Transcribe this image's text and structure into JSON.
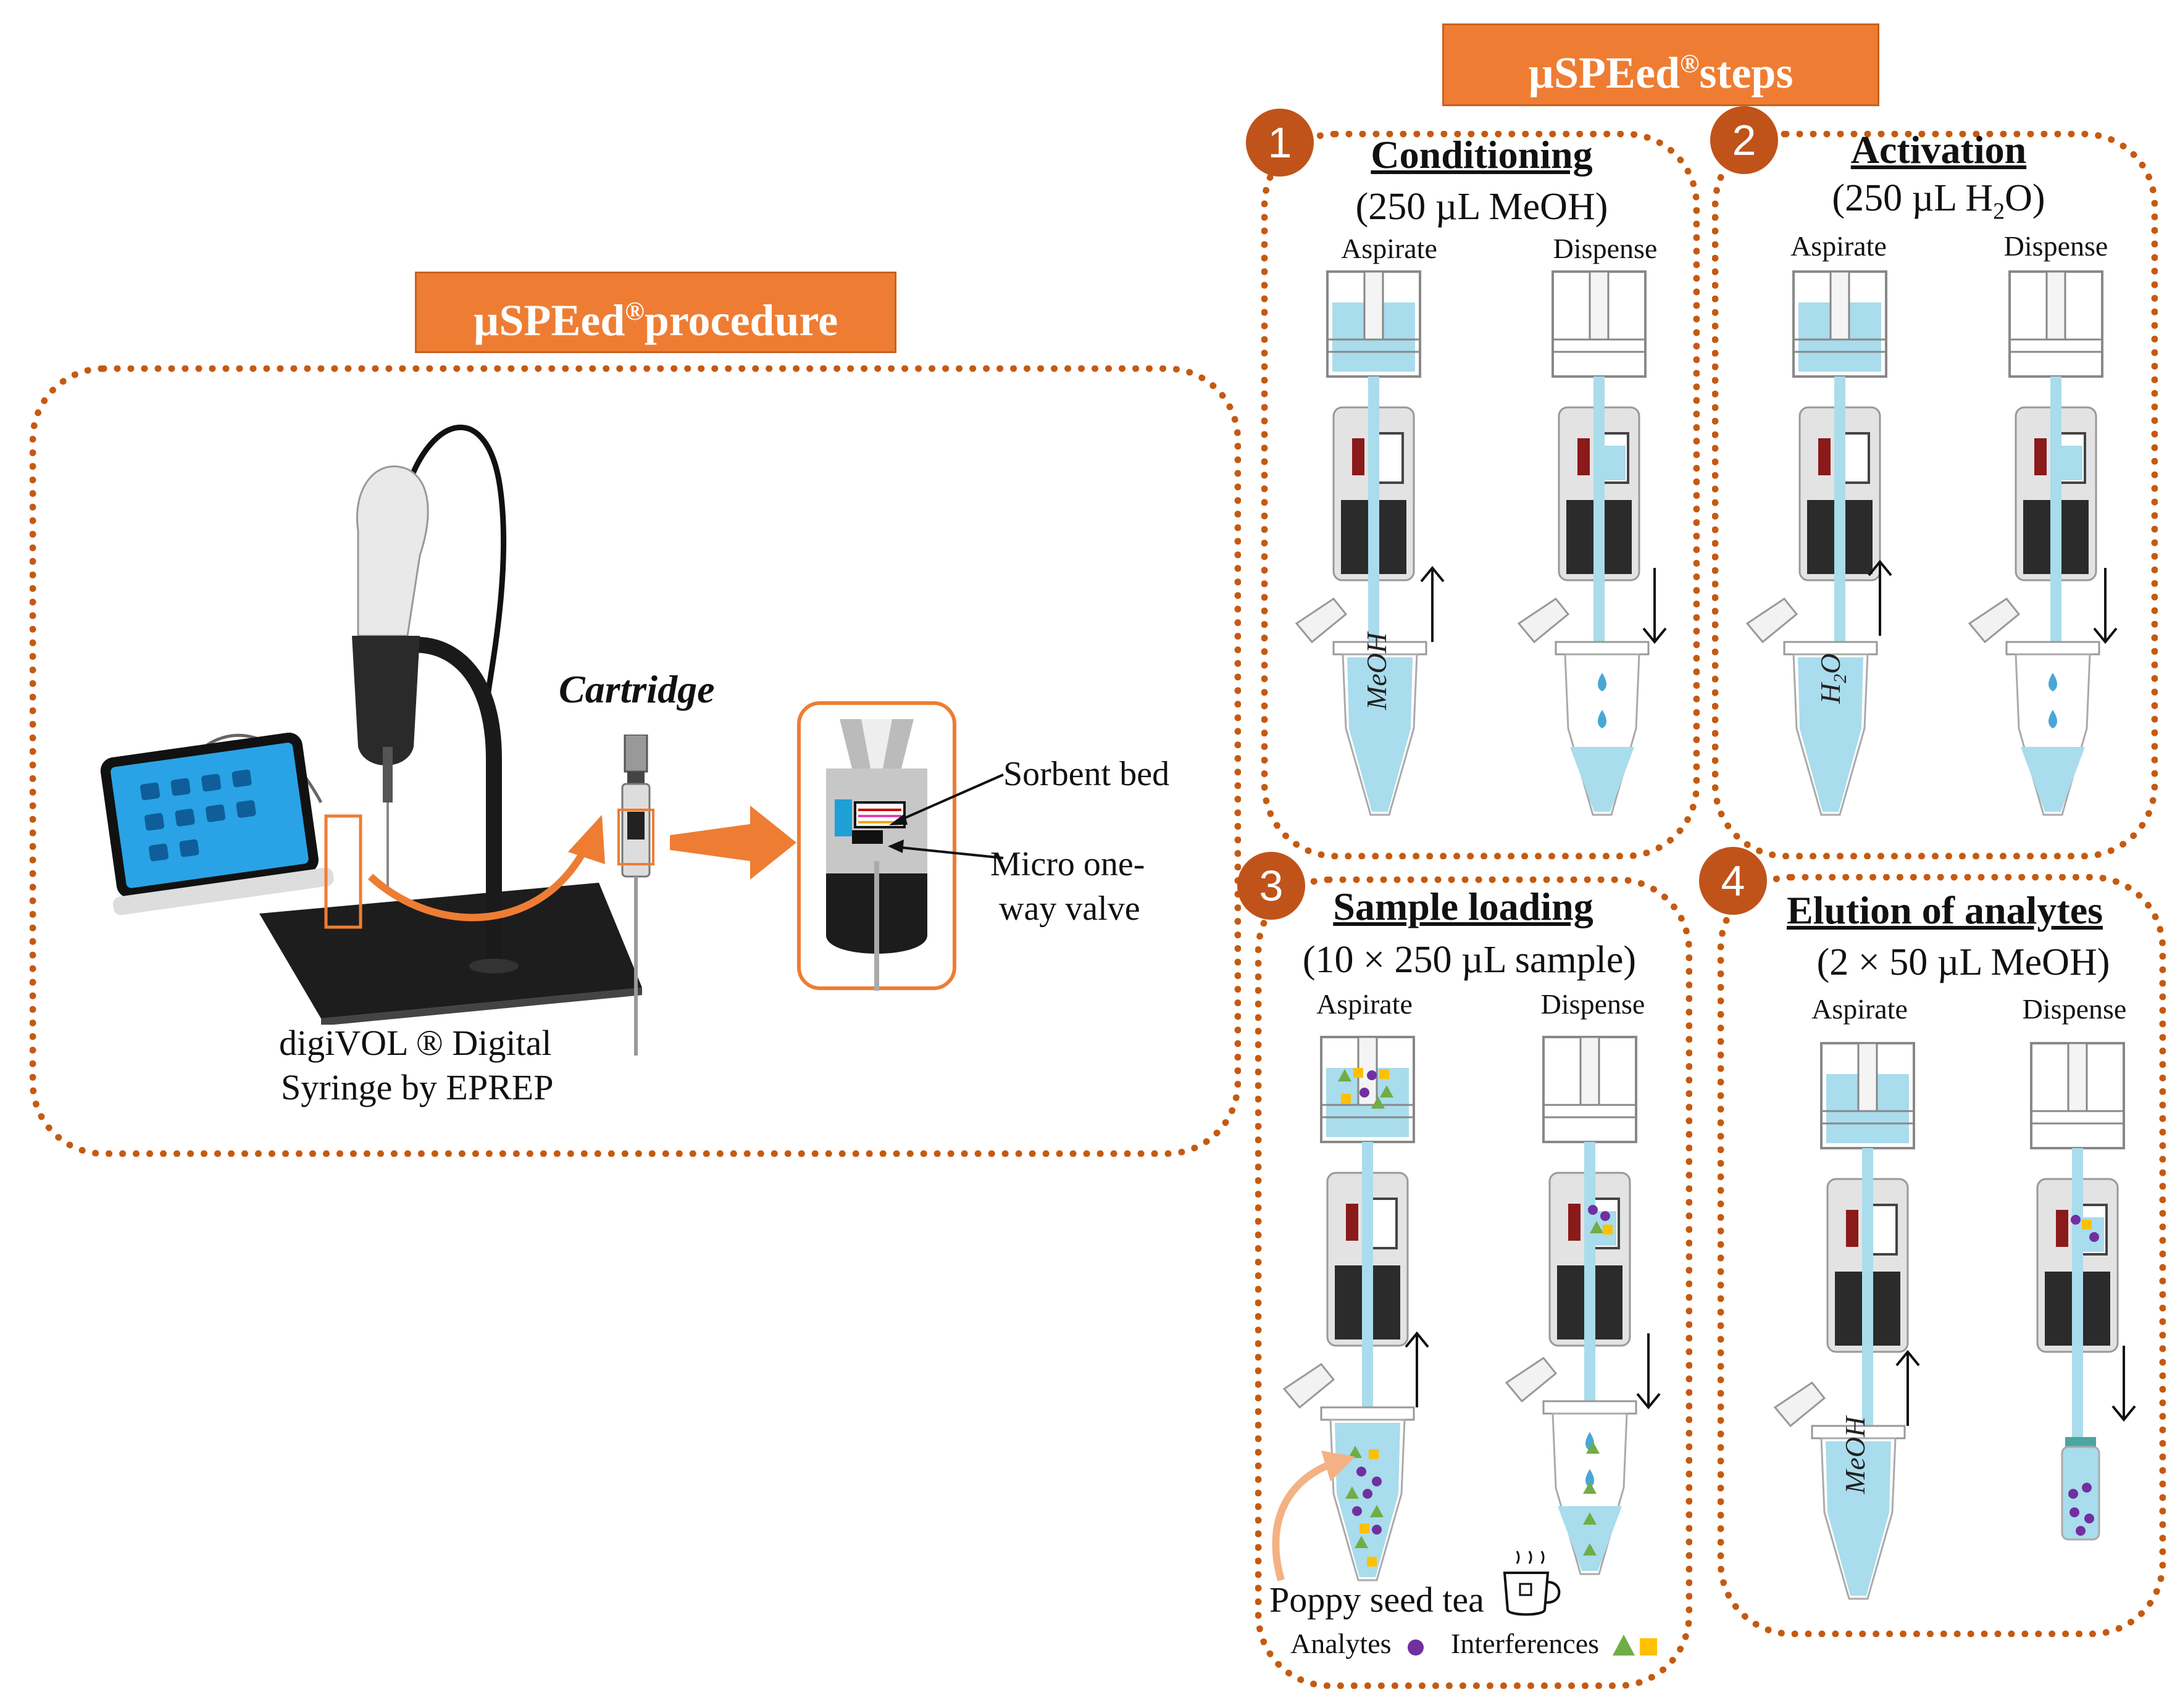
{
  "left_panel": {
    "header": "µSPEed",
    "header_reg": "®",
    "header_suffix": " procedure",
    "cartridge_label": "Cartridge",
    "sorbent_bed": "Sorbent bed",
    "valve_line1": "Micro one-",
    "valve_line2": "way valve",
    "syringe_line1": "digiVOL ® Digital",
    "syringe_line2": "Syringe by EPREP"
  },
  "right_panel": {
    "header": "µSPEed",
    "header_reg": "®",
    "header_suffix": " steps",
    "aspirate": "Aspirate",
    "dispense": "Dispense",
    "steps": [
      {
        "number": "1",
        "title": "Conditioning",
        "subtitle": "(250 µL MeOH)",
        "tube_label": "MeOH"
      },
      {
        "number": "2",
        "title": "Activation",
        "subtitle_pre": "(250 µL H",
        "subtitle_sub": "2",
        "subtitle_post": "O)",
        "tube_label": "H2O"
      },
      {
        "number": "3",
        "title": "Sample loading",
        "subtitle": "(10 × 250 µL sample)"
      },
      {
        "number": "4",
        "title": "Elution of analytes",
        "subtitle": "(2 × 50 µL MeOH)",
        "tube_label": "MeOH"
      }
    ],
    "poppy_seed_tea": "Poppy seed tea",
    "analytes": "Analytes",
    "interferences": "Interferences"
  },
  "colors": {
    "orange": "#ee7d33",
    "dark_orange": "#c55a11",
    "liquid": "#a9dcec",
    "analyte": "#7030a0",
    "interference_triangle": "#70ad47",
    "interference_square": "#ffc000"
  }
}
